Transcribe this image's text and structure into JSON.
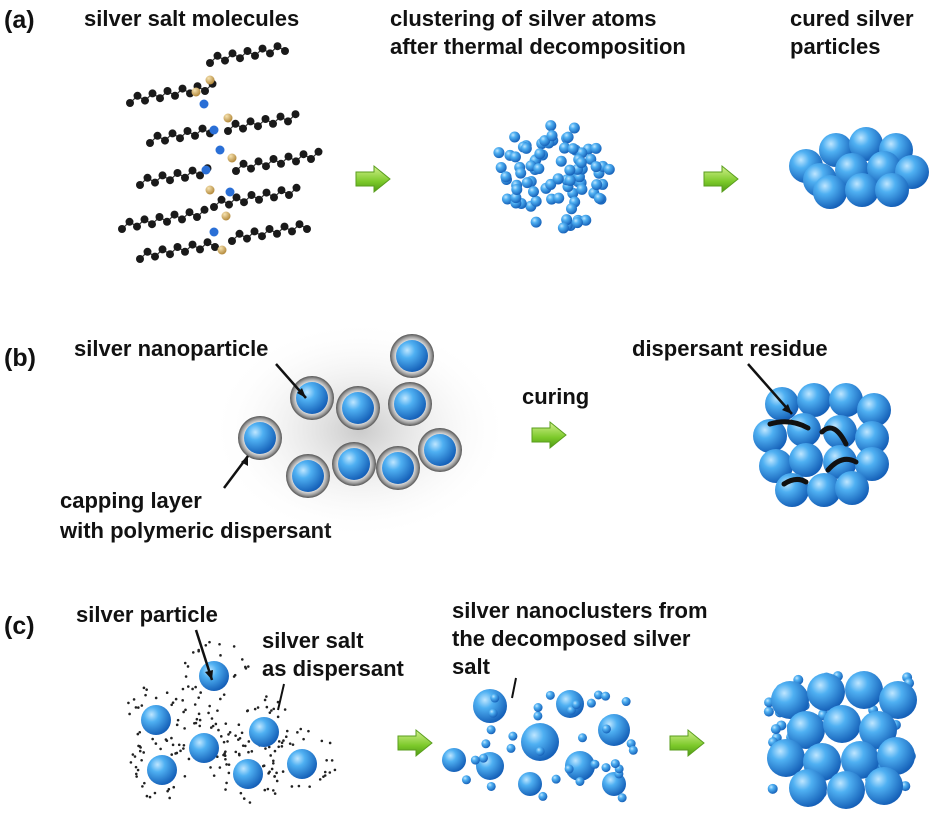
{
  "panels": {
    "a": {
      "letter": "(a)",
      "label_salt": "silver salt molecules",
      "label_cluster_1": "clustering of silver atoms",
      "label_cluster_2": "after thermal decomposition",
      "label_cured_1": "cured silver",
      "label_cured_2": "particles"
    },
    "b": {
      "letter": "(b)",
      "label_nanoparticle": "silver nanoparticle",
      "label_capping_1": "capping layer",
      "label_capping_2": "with polymeric dispersant",
      "label_curing": "curing",
      "label_residue": "dispersant residue"
    },
    "c": {
      "letter": "(c)",
      "label_particle": "silver particle",
      "label_salt_1": "silver salt",
      "label_salt_2": "as dispersant",
      "label_nano_1": "silver nanoclusters from",
      "label_nano_2": "the decomposed silver",
      "label_nano_3": "salt"
    }
  },
  "colors": {
    "sphere": "#2f8fe0",
    "arrow": "#7ccb2c",
    "chain": "#1a1a1a",
    "salt_gold": "#d9b36a",
    "salt_blue": "#2a6fd6"
  }
}
